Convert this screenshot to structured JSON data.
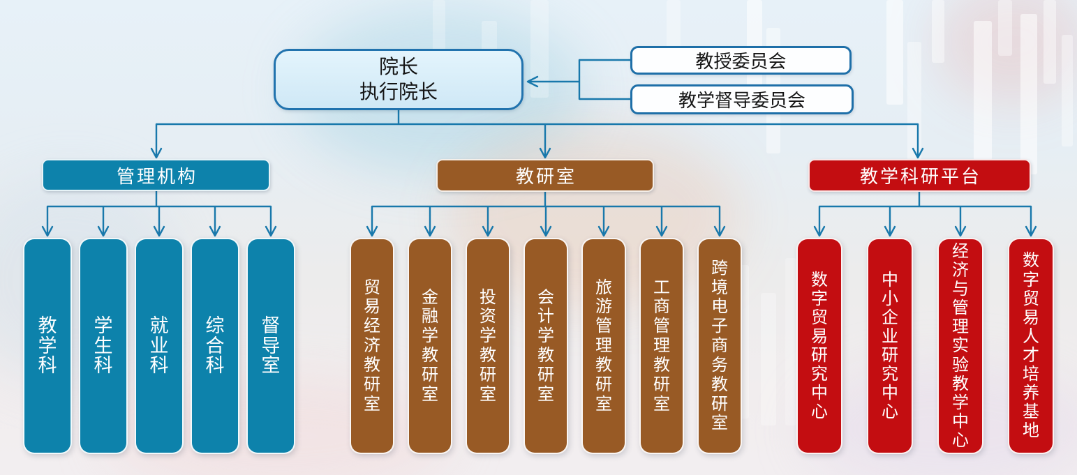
{
  "root": {
    "line1": "院长",
    "line2": "执行院长"
  },
  "committees": [
    {
      "label": "教授委员会"
    },
    {
      "label": "教学督导委员会"
    }
  ],
  "branches": [
    {
      "title": "管理机构",
      "color": "#0d82ab",
      "items": [
        "教学科",
        "学生科",
        "就业科",
        "综合科",
        "督导室"
      ]
    },
    {
      "title": "教研室",
      "color": "#985a25",
      "items": [
        "贸易经济教研室",
        "金融学教研室",
        "投资学教研室",
        "会计学教研室",
        "旅游管理教研室",
        "工商管理教研室",
        "跨境电子商务教研室"
      ]
    },
    {
      "title": "教学科研平台",
      "color": "#c30d11",
      "items": [
        "数字贸易研究中心",
        "中小企业研究中心",
        "经济与管理实验教学中心",
        "数字贸易人才培养基地"
      ]
    }
  ],
  "colors": {
    "connector_blue": "#1878ab",
    "root_fill": "#d8effa",
    "root_border": "#2173ae",
    "branch_blue": "#0d82ab",
    "branch_brown": "#985a25",
    "branch_red": "#c30d11"
  }
}
